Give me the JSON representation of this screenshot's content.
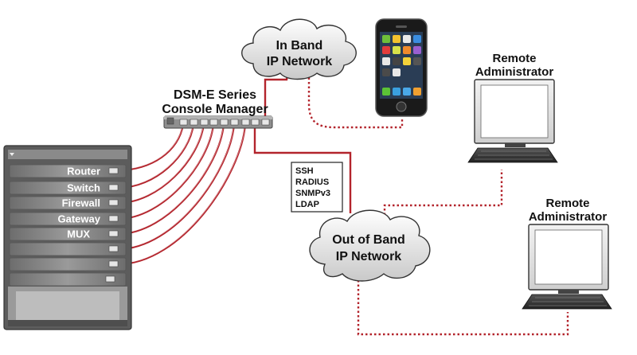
{
  "console_manager": {
    "title_line1": "DSM-E Series",
    "title_line2": "Console Manager"
  },
  "in_band": {
    "line1": "In Band",
    "line2": "IP Network"
  },
  "out_band": {
    "line1": "Out of Band",
    "line2": "IP Network"
  },
  "protocols": [
    "SSH",
    "RADIUS",
    "SNMPv3",
    "LDAP"
  ],
  "rack_devices": [
    "Router",
    "Switch",
    "Firewall",
    "Gateway",
    "MUX",
    "",
    ""
  ],
  "admin_top": {
    "line1": "Remote",
    "line2": "Administrator"
  },
  "admin_bottom": {
    "line1": "Remote",
    "line2": "Administrator"
  },
  "colors": {
    "cable": "#b3242c",
    "dotted": "#b3242c",
    "rack": "#8c8c8c"
  }
}
